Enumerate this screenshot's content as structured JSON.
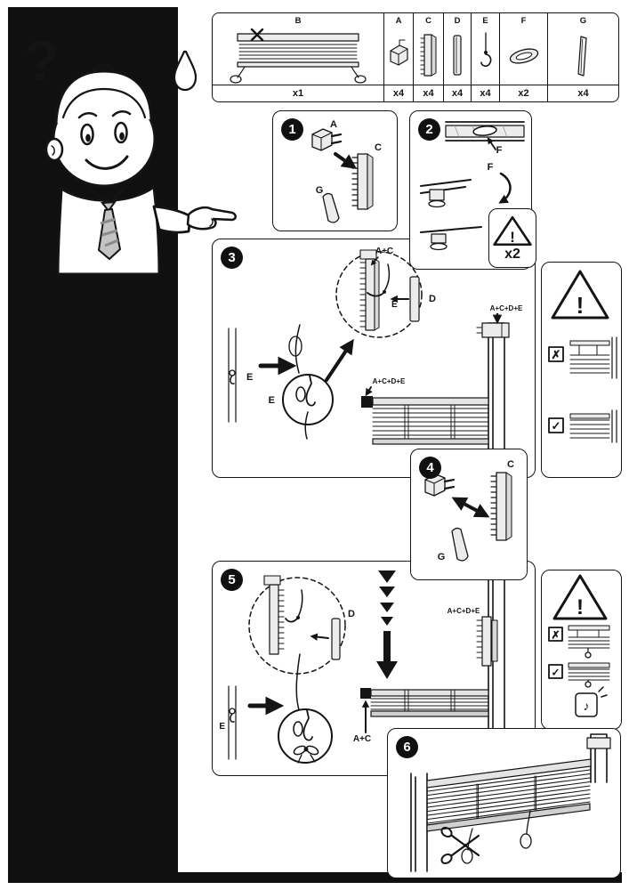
{
  "mascot": {
    "question_mark": "?"
  },
  "parts_table": {
    "items": [
      {
        "label": "B",
        "count": "x1"
      },
      {
        "label": "A",
        "count": "x4"
      },
      {
        "label": "C",
        "count": "x4"
      },
      {
        "label": "D",
        "count": "x4"
      },
      {
        "label": "E",
        "count": "x4"
      },
      {
        "label": "F",
        "count": "x2"
      },
      {
        "label": "G",
        "count": "x4"
      }
    ]
  },
  "steps": {
    "s1": {
      "number": "1",
      "label_a": "A",
      "label_c": "C",
      "label_g": "G"
    },
    "s2": {
      "number": "2",
      "label_f_rail": "F",
      "label_f_fit": "F",
      "label_f_done": "F"
    },
    "s3": {
      "number": "3",
      "label_ac": "A+C",
      "label_d": "D",
      "label_e_hook": "E",
      "label_acde_frame": "A+C+D+E",
      "label_acde_rail": "A+C+D+E",
      "label_e_cord": "E",
      "label_e_zoom": "E"
    },
    "s4": {
      "number": "4",
      "label_a": "A",
      "label_c": "C",
      "label_g": "G"
    },
    "s5": {
      "number": "5",
      "label_d": "D",
      "label_acde_frame": "A+C+D+E",
      "label_ac_rail": "A+C",
      "label_e_cord": "E"
    },
    "s6": {
      "number": "6"
    }
  },
  "badges": {
    "x2": {
      "warning_mark": "!",
      "count": "x2"
    }
  },
  "warnings": {
    "w3": {
      "mark": "!",
      "wrong": "✗",
      "right": "✓"
    },
    "w5": {
      "mark": "!",
      "wrong": "✗",
      "right": "✓",
      "sound_note": "♪"
    }
  }
}
